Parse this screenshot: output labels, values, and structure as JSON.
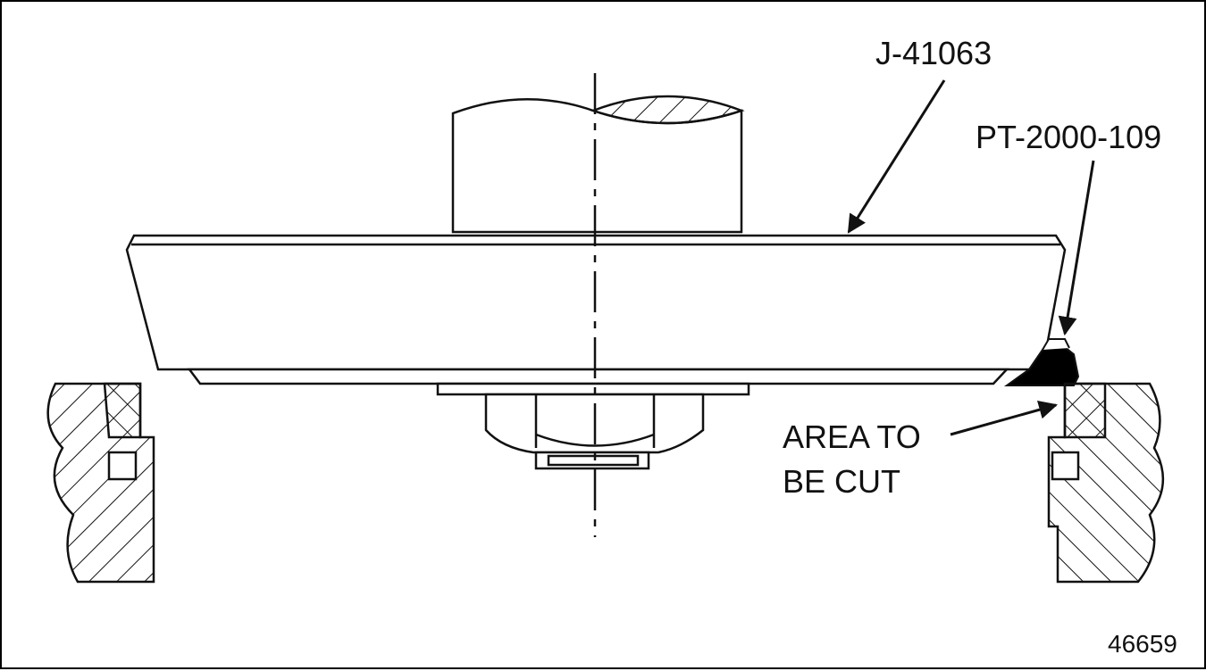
{
  "callouts": {
    "tool_number": "J-41063",
    "part_number": "PT-2000-109",
    "area_line1": "AREA TO",
    "area_line2": "BE CUT"
  },
  "figure_number": "46659",
  "colors": {
    "line": "#111111",
    "background": "#ffffff",
    "sealant_fill": "#000000"
  }
}
